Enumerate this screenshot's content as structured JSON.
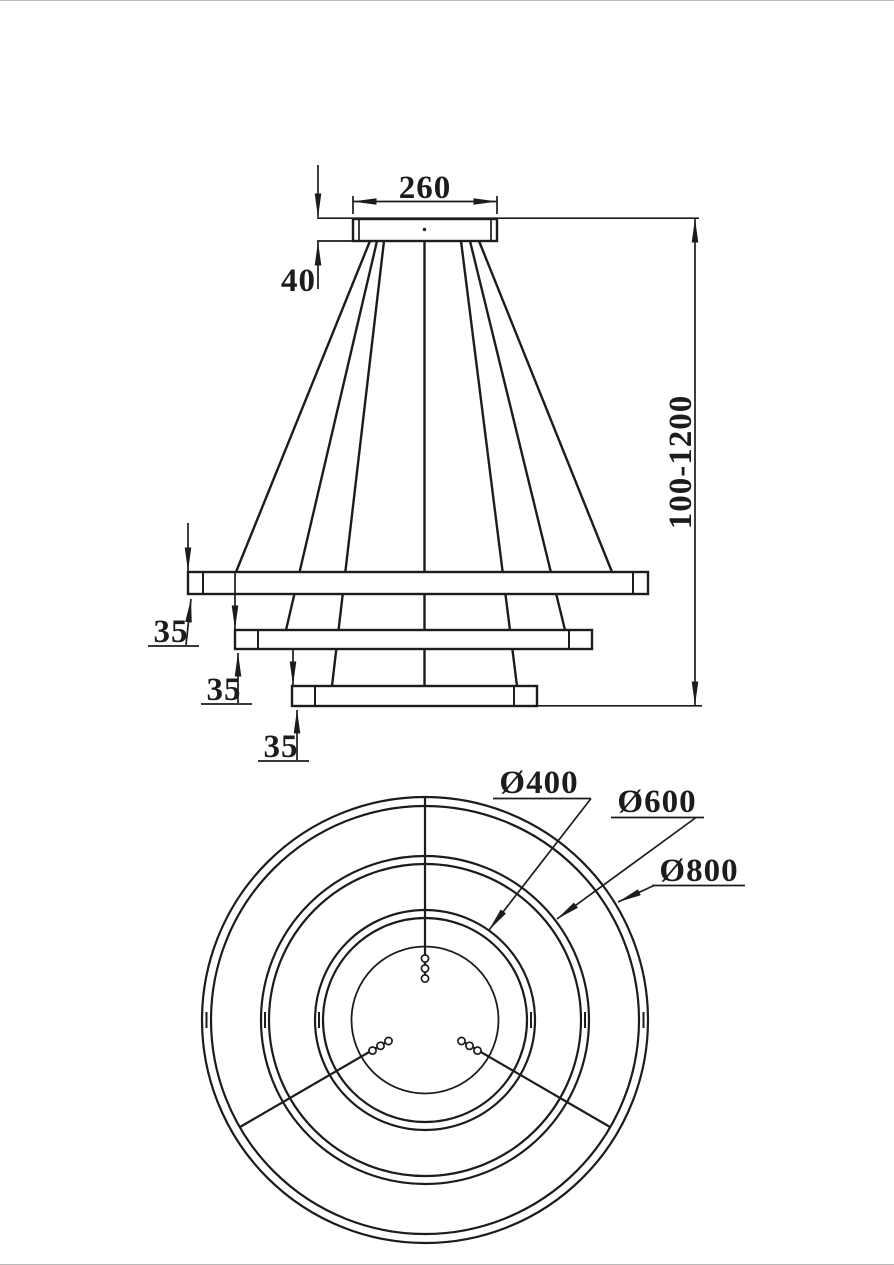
{
  "side_view": {
    "canopy_width": "260",
    "canopy_height": "40",
    "suspension_height_range": "100-1200",
    "ring_thickness": [
      "35",
      "35",
      "35"
    ]
  },
  "top_view": {
    "ring_diameters": [
      "Ø400",
      "Ø600",
      "Ø800"
    ]
  },
  "colors": {
    "line": "#1c1c1c",
    "background": "#ffffff"
  }
}
